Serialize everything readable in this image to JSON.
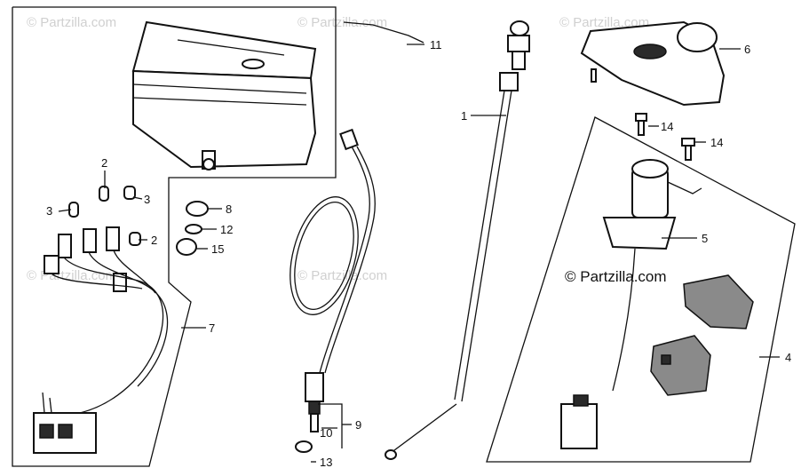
{
  "diagram": {
    "watermark": "© Partzilla.com",
    "brand": "© Partzilla.com",
    "callouts": {
      "c1": "1",
      "c2a": "2",
      "c2b": "2",
      "c3a": "3",
      "c3b": "3",
      "c4": "4",
      "c5": "5",
      "c6": "6",
      "c7": "7",
      "c8": "8",
      "c9": "9",
      "c10": "10",
      "c11": "11",
      "c12": "12",
      "c13": "13",
      "c14a": "14",
      "c14b": "14",
      "c15": "15"
    }
  }
}
